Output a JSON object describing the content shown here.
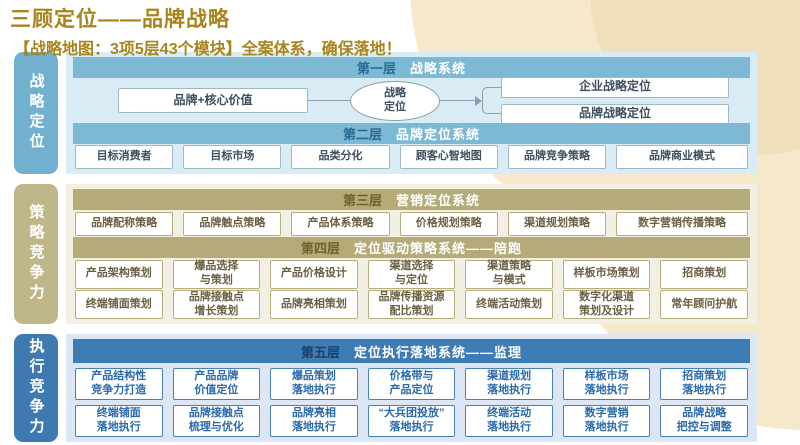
{
  "page": {
    "title": "三顾定位——品牌战略",
    "subtitle": "【战略地图：3项5层43个模块】全案体系，确保落地！"
  },
  "colors": {
    "title_gold": "#a7851c",
    "blue_band": "#7db9d5",
    "blue_panel": "#d9ebf4",
    "blue_tab": "#71b0ce",
    "khaki_band": "#b4ab78",
    "khaki_panel": "#f3f0e3",
    "khaki_tab": "#bfb68a",
    "dark_blue_band": "#3e7cb5",
    "dark_blue_panel": "#dde6f4",
    "dark_blue_tab": "#3e7ab1"
  },
  "tabs": [
    {
      "label": "战略定位"
    },
    {
      "label": "策略竞争力"
    },
    {
      "label": "执行竞争力"
    }
  ],
  "sections": [
    {
      "layers": [
        {
          "num": "第一层",
          "name": "战略系统",
          "flow": {
            "source": "品牌+核心价值",
            "hub": "战略\n定位",
            "targets": [
              "企业战略定位",
              "品牌战略定位"
            ]
          }
        },
        {
          "num": "第二层",
          "name": "品牌定位系统",
          "rows": [
            [
              "目标消费者",
              "目标市场",
              "品类分化",
              "顾客心智地图",
              "品牌竞争策略",
              "品牌商业模式"
            ]
          ]
        }
      ]
    },
    {
      "layers": [
        {
          "num": "第三层",
          "name": "营销定位系统",
          "rows": [
            [
              "品牌配称策略",
              "品牌触点策略",
              "产品体系策略",
              "价格规划策略",
              "渠道规划策略",
              "数字营销传播策略"
            ]
          ]
        },
        {
          "num": "第四层",
          "name": "定位驱动策略系统——陪跑",
          "rows": [
            [
              "产品架构策划",
              "爆品选择\n与策划",
              "产品价格设计",
              "渠道选择\n与定位",
              "渠道策略\n与模式",
              "样板市场策划",
              "招商策划"
            ],
            [
              "终端铺面策划",
              "品牌接触点\n增长策划",
              "品牌亮相策划",
              "品牌传播资源\n配比策划",
              "终端活动策划",
              "数字化渠道\n策划及设计",
              "常年顾问护航"
            ]
          ]
        }
      ]
    },
    {
      "layers": [
        {
          "num": "第五层",
          "name": "定位执行落地系统——监理",
          "rows": [
            [
              "产品结构性\n竞争力打造",
              "产品品牌\n价值定位",
              "爆品策划\n落地执行",
              "价格带与\n产品定位",
              "渠道规划\n落地执行",
              "样板市场\n落地执行",
              "招商策划\n落地执行"
            ],
            [
              "终端铺面\n落地执行",
              "品牌接触点\n梳理与优化",
              "品牌亮相\n落地执行",
              "“大兵团投放”\n落地执行",
              "终端活动\n落地执行",
              "数字营销\n落地执行",
              "品牌战略\n把控与调整"
            ]
          ]
        }
      ]
    }
  ]
}
